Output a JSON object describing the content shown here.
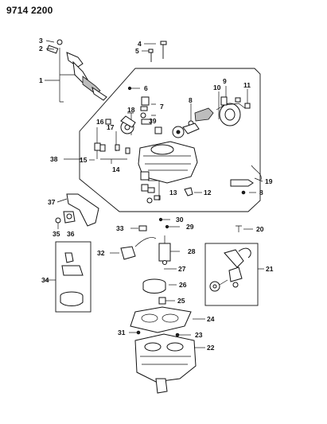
{
  "diagram_code": "9714 2200",
  "callouts": {
    "c1": "1",
    "c2": "2",
    "c3": "3",
    "c4": "4",
    "c5": "5",
    "c6": "6",
    "c7": "7",
    "c8": "8",
    "c8b": "8",
    "c9": "9",
    "c10": "10",
    "c11": "11",
    "c12": "12",
    "c13": "13",
    "c14": "14",
    "c15": "15",
    "c16": "16",
    "c17": "17",
    "c18": "18",
    "c19": "19",
    "c20": "20",
    "c21": "21",
    "c22": "22",
    "c23": "23",
    "c24": "24",
    "c25": "25",
    "c26": "26",
    "c27": "27",
    "c28": "28",
    "c29": "29",
    "c30": "30",
    "c31": "31",
    "c32": "32",
    "c33": "33",
    "c34": "34",
    "c35": "35",
    "c36": "36",
    "c37": "37",
    "c38": "38",
    "c39": "39"
  }
}
